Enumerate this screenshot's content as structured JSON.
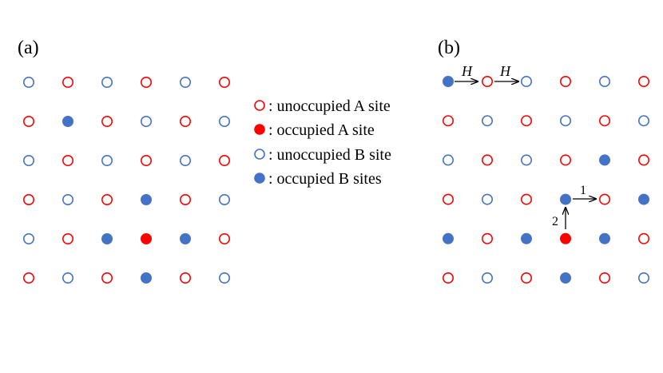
{
  "colors": {
    "site_a": "#ff0000",
    "site_b": "#4472c4",
    "arrow": "#000000"
  },
  "panel_a": {
    "label": "(a)",
    "grid": [
      [
        "B",
        "A",
        "B",
        "A",
        "B",
        "A"
      ],
      [
        "A",
        "B",
        "A",
        "B",
        "A",
        "B"
      ],
      [
        "B",
        "A",
        "B",
        "A",
        "B",
        "A"
      ],
      [
        "A",
        "B",
        "A",
        "B",
        "A",
        "B"
      ],
      [
        "B",
        "A",
        "B",
        "A",
        "B",
        "A"
      ],
      [
        "A",
        "B",
        "A",
        "B",
        "A",
        "B"
      ]
    ],
    "occupied": [
      [
        1,
        1
      ],
      [
        3,
        3
      ],
      [
        4,
        2
      ],
      [
        4,
        3
      ],
      [
        4,
        4
      ],
      [
        5,
        3
      ]
    ]
  },
  "panel_b": {
    "label": "(b)",
    "grid": [
      [
        "B",
        "A",
        "B",
        "A",
        "B",
        "A"
      ],
      [
        "A",
        "B",
        "A",
        "B",
        "A",
        "B"
      ],
      [
        "B",
        "A",
        "B",
        "A",
        "B",
        "A"
      ],
      [
        "A",
        "B",
        "A",
        "B",
        "A",
        "B"
      ],
      [
        "B",
        "A",
        "B",
        "A",
        "B",
        "A"
      ],
      [
        "A",
        "B",
        "A",
        "B",
        "A",
        "B"
      ]
    ],
    "occupied": [
      [
        0,
        0
      ],
      [
        2,
        4
      ],
      [
        3,
        3
      ],
      [
        3,
        5
      ],
      [
        4,
        0
      ],
      [
        4,
        2
      ],
      [
        4,
        3
      ],
      [
        4,
        4
      ],
      [
        5,
        3
      ]
    ],
    "hop_label_1": "H",
    "hop_label_2": "H",
    "move_1": "1",
    "move_2": "2"
  },
  "legend": {
    "unoccupied_a": ": unoccupied A site",
    "occupied_a": ": occupied A site",
    "unoccupied_b": ": unoccupied B site",
    "occupied_b": ": occupied B sites"
  }
}
